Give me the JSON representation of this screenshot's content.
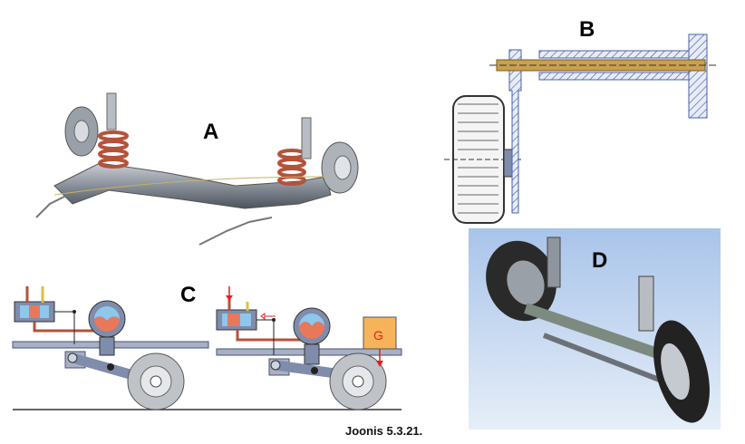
{
  "figure": {
    "caption": "Joonis 5.3.21.",
    "panels": [
      {
        "label": "A"
      },
      {
        "label": "B"
      },
      {
        "label": "C",
        "load_label": "G"
      },
      {
        "label": "D"
      }
    ]
  },
  "colors": {
    "axle_gray": "#8a9099",
    "spring_red": "#b5523a",
    "shaft_gold": "#c8a050",
    "hatch_blue": "#4a5fa8",
    "frame_blue_gray": "#7f8cab",
    "oil_orange": "#e8785a",
    "air_blue": "#8ec6ec",
    "load_orange": "#f6b35a",
    "arrow_red": "#e02020",
    "photo_bg": "#b9d0ec"
  }
}
